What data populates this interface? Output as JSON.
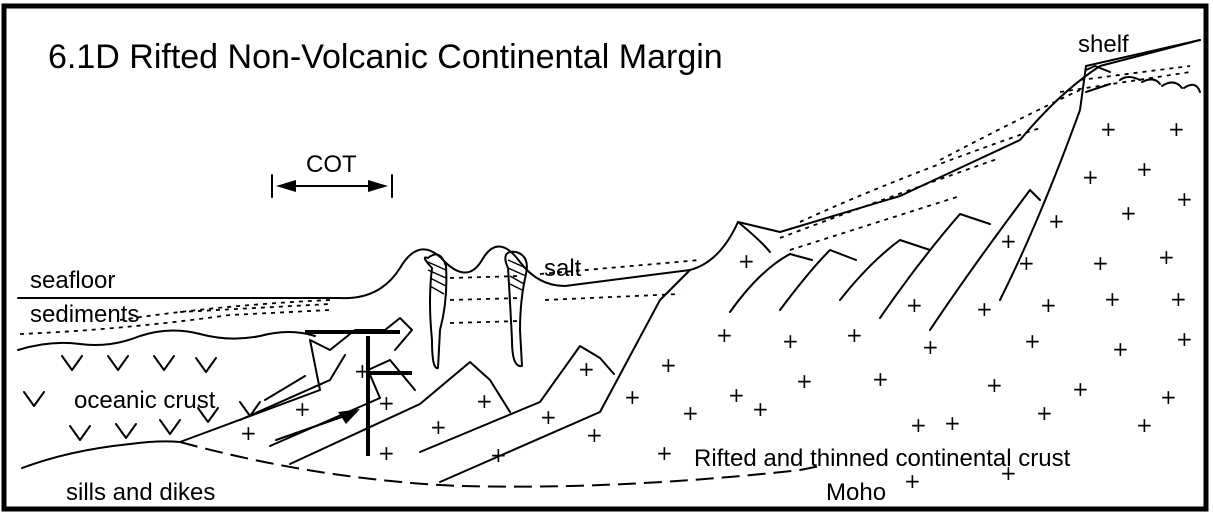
{
  "title": "6.1D Rifted Non-Volcanic Continental Margin",
  "labels": {
    "shelf": "shelf",
    "cot": "COT",
    "seafloor": "seafloor",
    "sediments": "sediments",
    "salt": "salt",
    "oceanic_crust": "oceanic crust",
    "sills_and_dikes": "sills and dikes",
    "continental_crust": "Rifted and thinned continental crust",
    "moho": "Moho"
  },
  "symbols": {
    "continental": "+",
    "oceanic": "v"
  }
}
